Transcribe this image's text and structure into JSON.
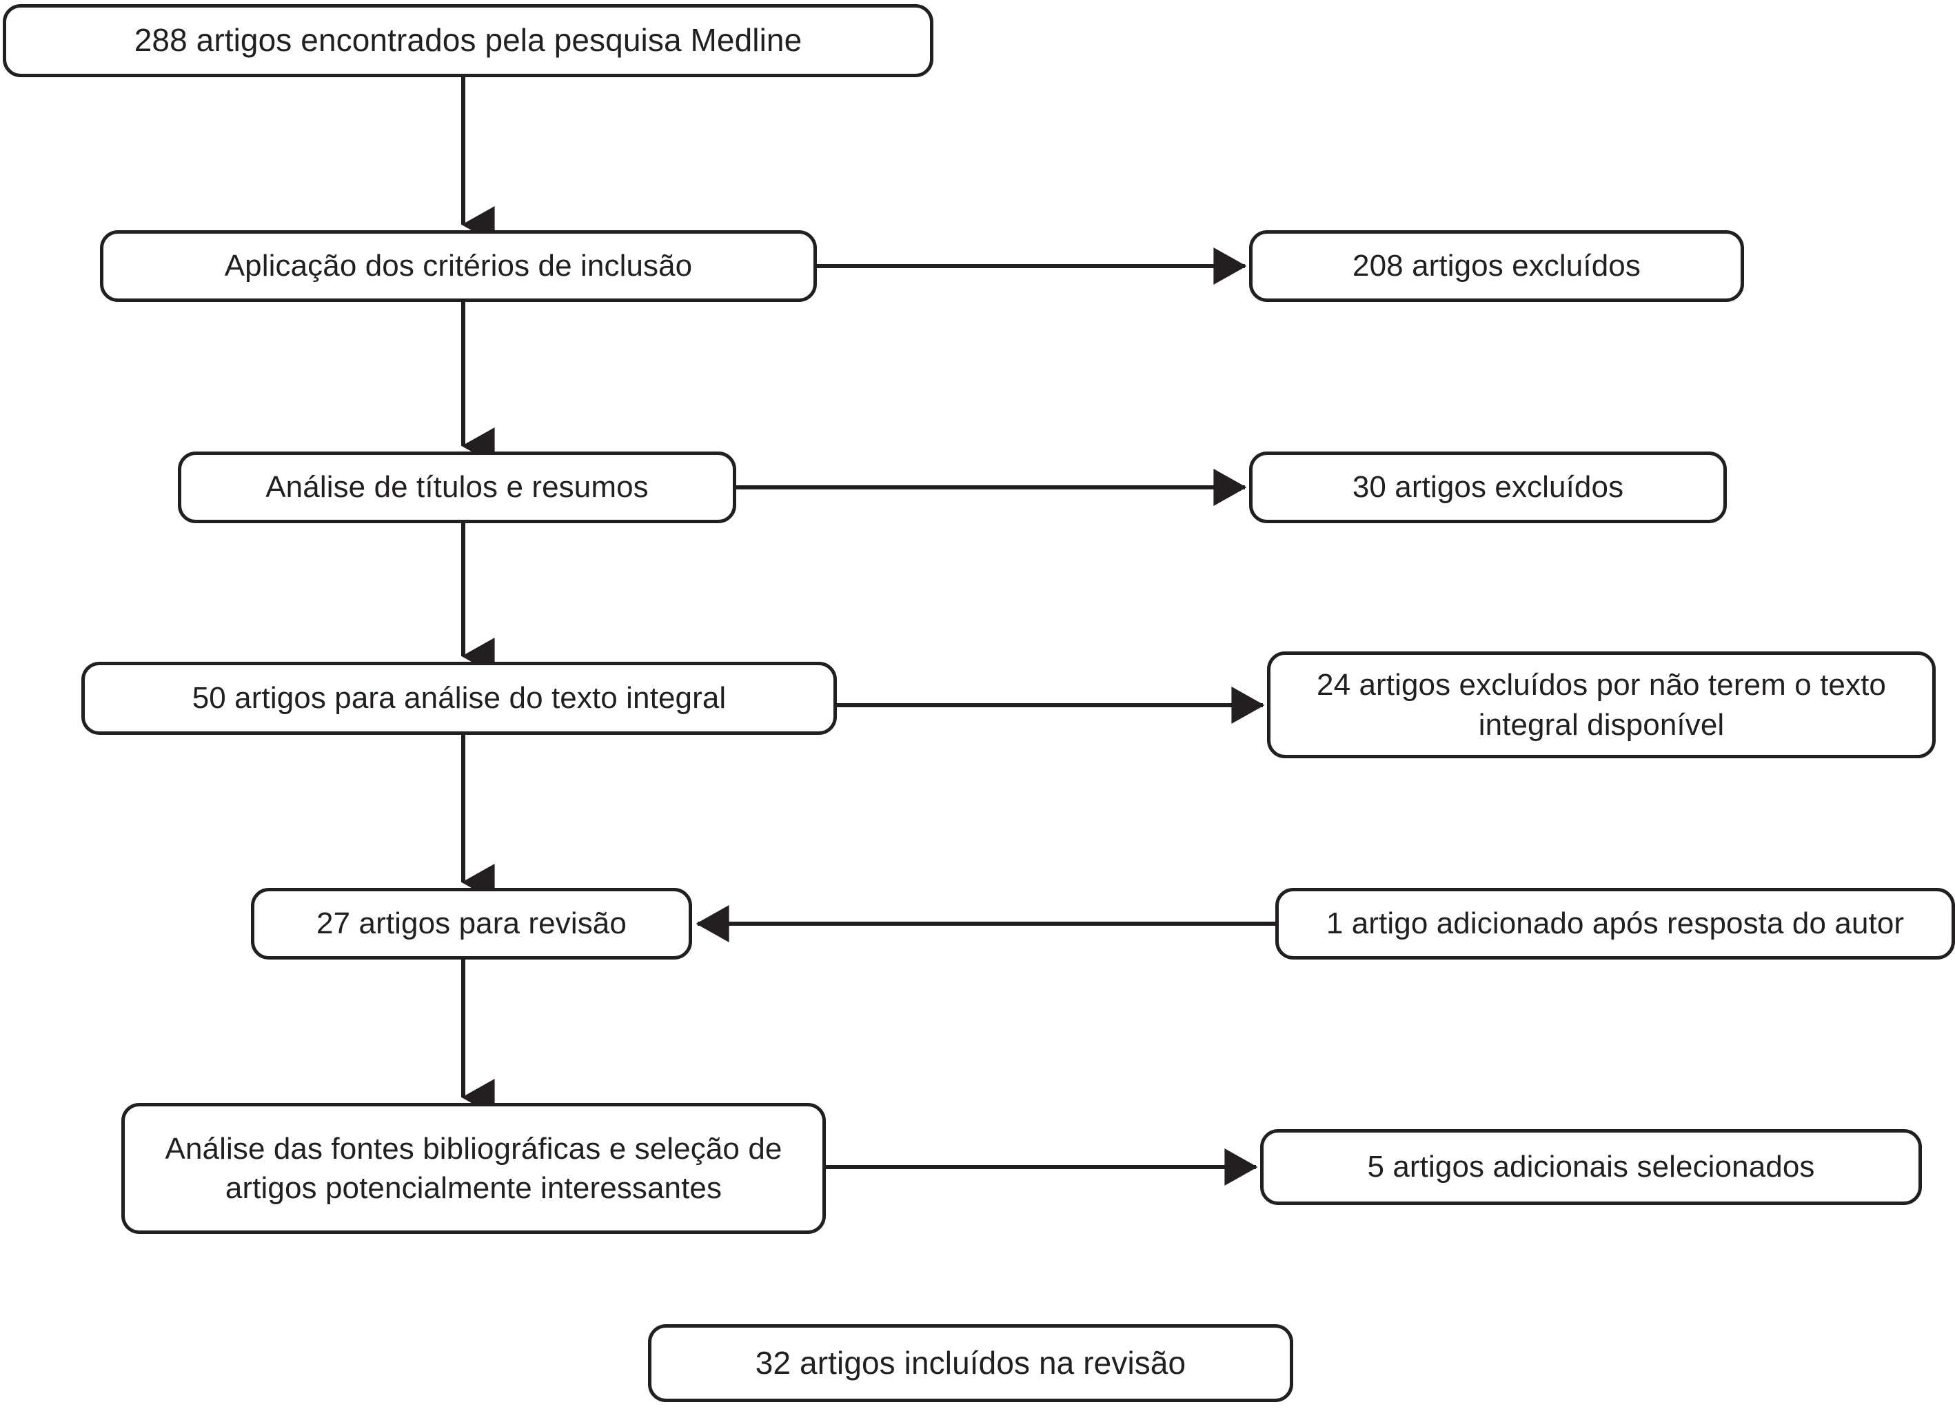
{
  "diagram": {
    "type": "flowchart",
    "title": "Fluxograma de selecao de artigos",
    "language": "pt-BR",
    "colors": {
      "background": "#ffffff",
      "stroke": "#231f20",
      "text": "#231f20",
      "node_fill": "#ffffff"
    },
    "nodes": [
      {
        "id": "found",
        "label": "288 artigos encontrados pela pesquisa Medline",
        "column": "main",
        "count": 288
      },
      {
        "id": "criteria",
        "label": "Aplicação dos critérios de inclusão",
        "column": "main",
        "count": null
      },
      {
        "id": "exc208",
        "label": "208 artigos excluídos",
        "column": "right",
        "count": 208
      },
      {
        "id": "titles",
        "label": "Análise de títulos e resumos",
        "column": "main",
        "count": null
      },
      {
        "id": "exc30",
        "label": "30 artigos excluídos",
        "column": "right",
        "count": 30
      },
      {
        "id": "fulltext",
        "label": "50 artigos para análise do texto integral",
        "column": "main",
        "count": 50
      },
      {
        "id": "exc24",
        "label": "24 artigos excluídos por não terem o texto\nintegral disponível",
        "column": "right",
        "count": 24
      },
      {
        "id": "review27",
        "label": "27 artigos para revisão",
        "column": "main",
        "count": 27
      },
      {
        "id": "added1",
        "label": "1 artigo adicionado após resposta do autor",
        "column": "right",
        "count": 1
      },
      {
        "id": "sources",
        "label": "Análise das fontes bibliográficas e seleção de\nartigos potencialmente interessantes",
        "column": "main",
        "count": null
      },
      {
        "id": "add5",
        "label": "5 artigos adicionais selecionados",
        "column": "right",
        "count": 5
      },
      {
        "id": "included",
        "label": "32 artigos incluídos na revisão",
        "column": "main",
        "count": 32
      }
    ],
    "edges": [
      {
        "from": "found",
        "to": "criteria",
        "direction": "down"
      },
      {
        "from": "criteria",
        "to": "exc208",
        "direction": "right"
      },
      {
        "from": "criteria",
        "to": "titles",
        "direction": "down"
      },
      {
        "from": "titles",
        "to": "exc30",
        "direction": "right"
      },
      {
        "from": "titles",
        "to": "fulltext",
        "direction": "down"
      },
      {
        "from": "fulltext",
        "to": "exc24",
        "direction": "right"
      },
      {
        "from": "fulltext",
        "to": "review27",
        "direction": "down"
      },
      {
        "from": "added1",
        "to": "review27",
        "direction": "left"
      },
      {
        "from": "review27",
        "to": "sources",
        "direction": "down"
      },
      {
        "from": "sources",
        "to": "add5",
        "direction": "right"
      }
    ]
  }
}
